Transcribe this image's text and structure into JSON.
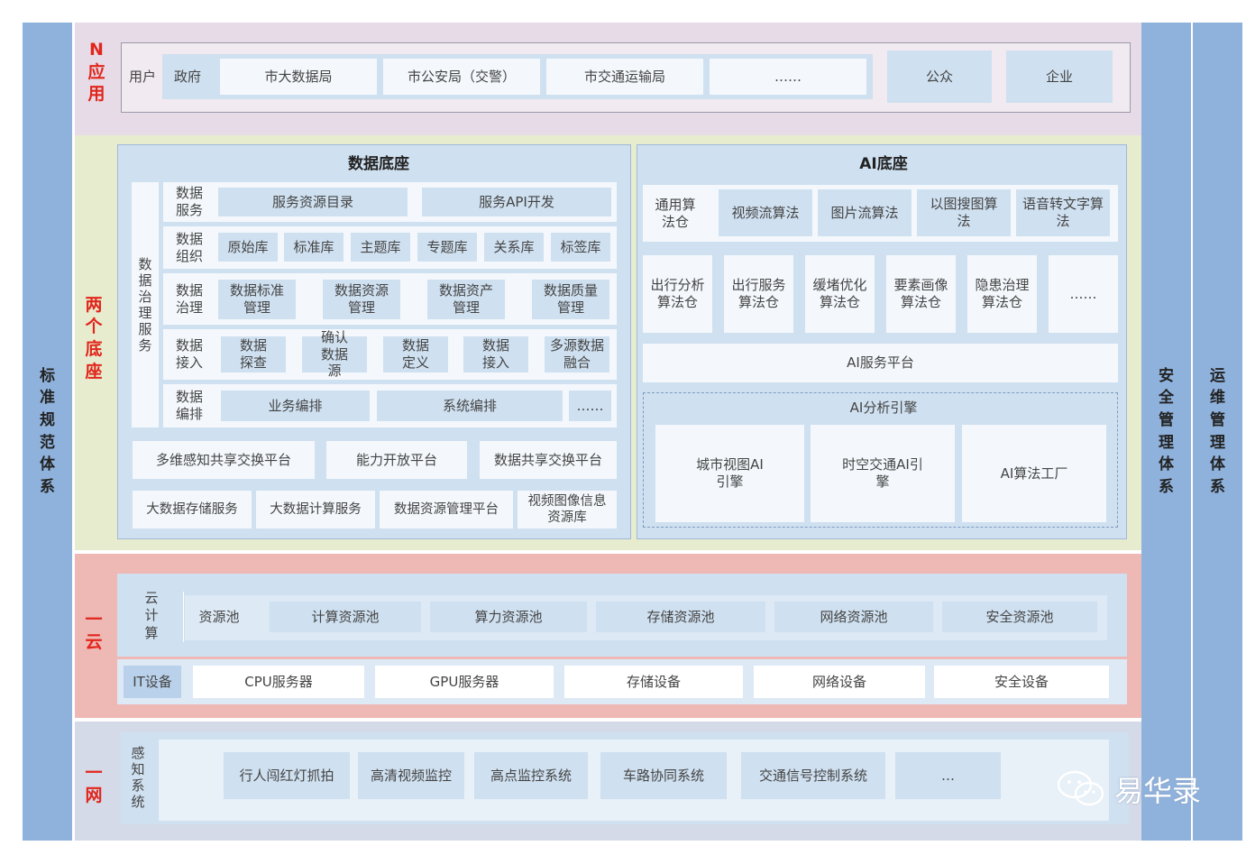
{
  "left_column": "标准规范体系",
  "right_columns": [
    "安全管理体系",
    "运维管理体系"
  ],
  "section_labels": {
    "n_apps": "N应用",
    "two_bases": "两个底座",
    "one_cloud": "一云",
    "one_net": "一网"
  },
  "app_layer": {
    "user_label": "用户",
    "gov_label": "政府",
    "gov_items": [
      "市大数据局",
      "市公安局（交警）",
      "市交通运输局",
      "……"
    ],
    "public_items": [
      "公众",
      "企业"
    ]
  },
  "data_base": {
    "title": "数据底座",
    "governance_side": "数据治理服务",
    "rows": [
      {
        "label": "数据服务",
        "items": [
          "服务资源目录",
          "服务API开发"
        ]
      },
      {
        "label": "数据组织",
        "items": [
          "原始库",
          "标准库",
          "主题库",
          "专题库",
          "关系库",
          "标签库"
        ]
      },
      {
        "label": "数据治理",
        "items": [
          "数据标准管理",
          "数据资源管理",
          "数据资产管理",
          "数据质量管理"
        ]
      },
      {
        "label": "数据接入",
        "items": [
          "数据探查",
          "确认数据源",
          "数据定义",
          "数据接入",
          "多源数据融合"
        ]
      },
      {
        "label": "数据编排",
        "items": [
          "业务编排",
          "系统编排",
          "……"
        ]
      }
    ],
    "platforms_row1": [
      "多维感知共享交换平台",
      "能力开放平台",
      "数据共享交换平台"
    ],
    "platforms_row2": [
      "大数据存储服务",
      "大数据计算服务",
      "数据资源管理平台",
      "视频图像信息资源库"
    ]
  },
  "ai_base": {
    "title": "AI底座",
    "general_label": "通用算法仓",
    "general_items": [
      "视频流算法",
      "图片流算法",
      "以图搜图算法",
      "语音转文字算法"
    ],
    "warehouses": [
      "出行分析算法仓",
      "出行服务算法仓",
      "缓堵优化算法仓",
      "要素画像算法仓",
      "隐患治理算法仓",
      "……"
    ],
    "service_platform": "AI服务平台",
    "engine_title": "AI分析引擎",
    "engines": [
      "城市视图AI引擎",
      "时空交通AI引擎",
      "AI算法工厂"
    ]
  },
  "cloud": {
    "cloud_label": "云计算",
    "pool_label": "资源池",
    "pools": [
      "计算资源池",
      "算力资源池",
      "存储资源池",
      "网络资源池",
      "安全资源池"
    ],
    "it_label": "IT设备",
    "devices": [
      "CPU服务器",
      "GPU服务器",
      "存储设备",
      "网络设备",
      "安全设备"
    ]
  },
  "network": {
    "sense_label": "感知系统",
    "items": [
      "行人闯红灯抓拍",
      "高清视频监控",
      "高点监控系统",
      "车路协同系统",
      "交通信号控制系统",
      "…"
    ]
  },
  "watermark": "易华录",
  "colors": {
    "accent_red": "#e1261c",
    "side_blue": "#8fb2dc",
    "n_bg": "#e6dbe6",
    "two_bg": "#e8eccf",
    "cloud_bg": "#eeb8b5",
    "net_bg": "#d5dae8"
  }
}
